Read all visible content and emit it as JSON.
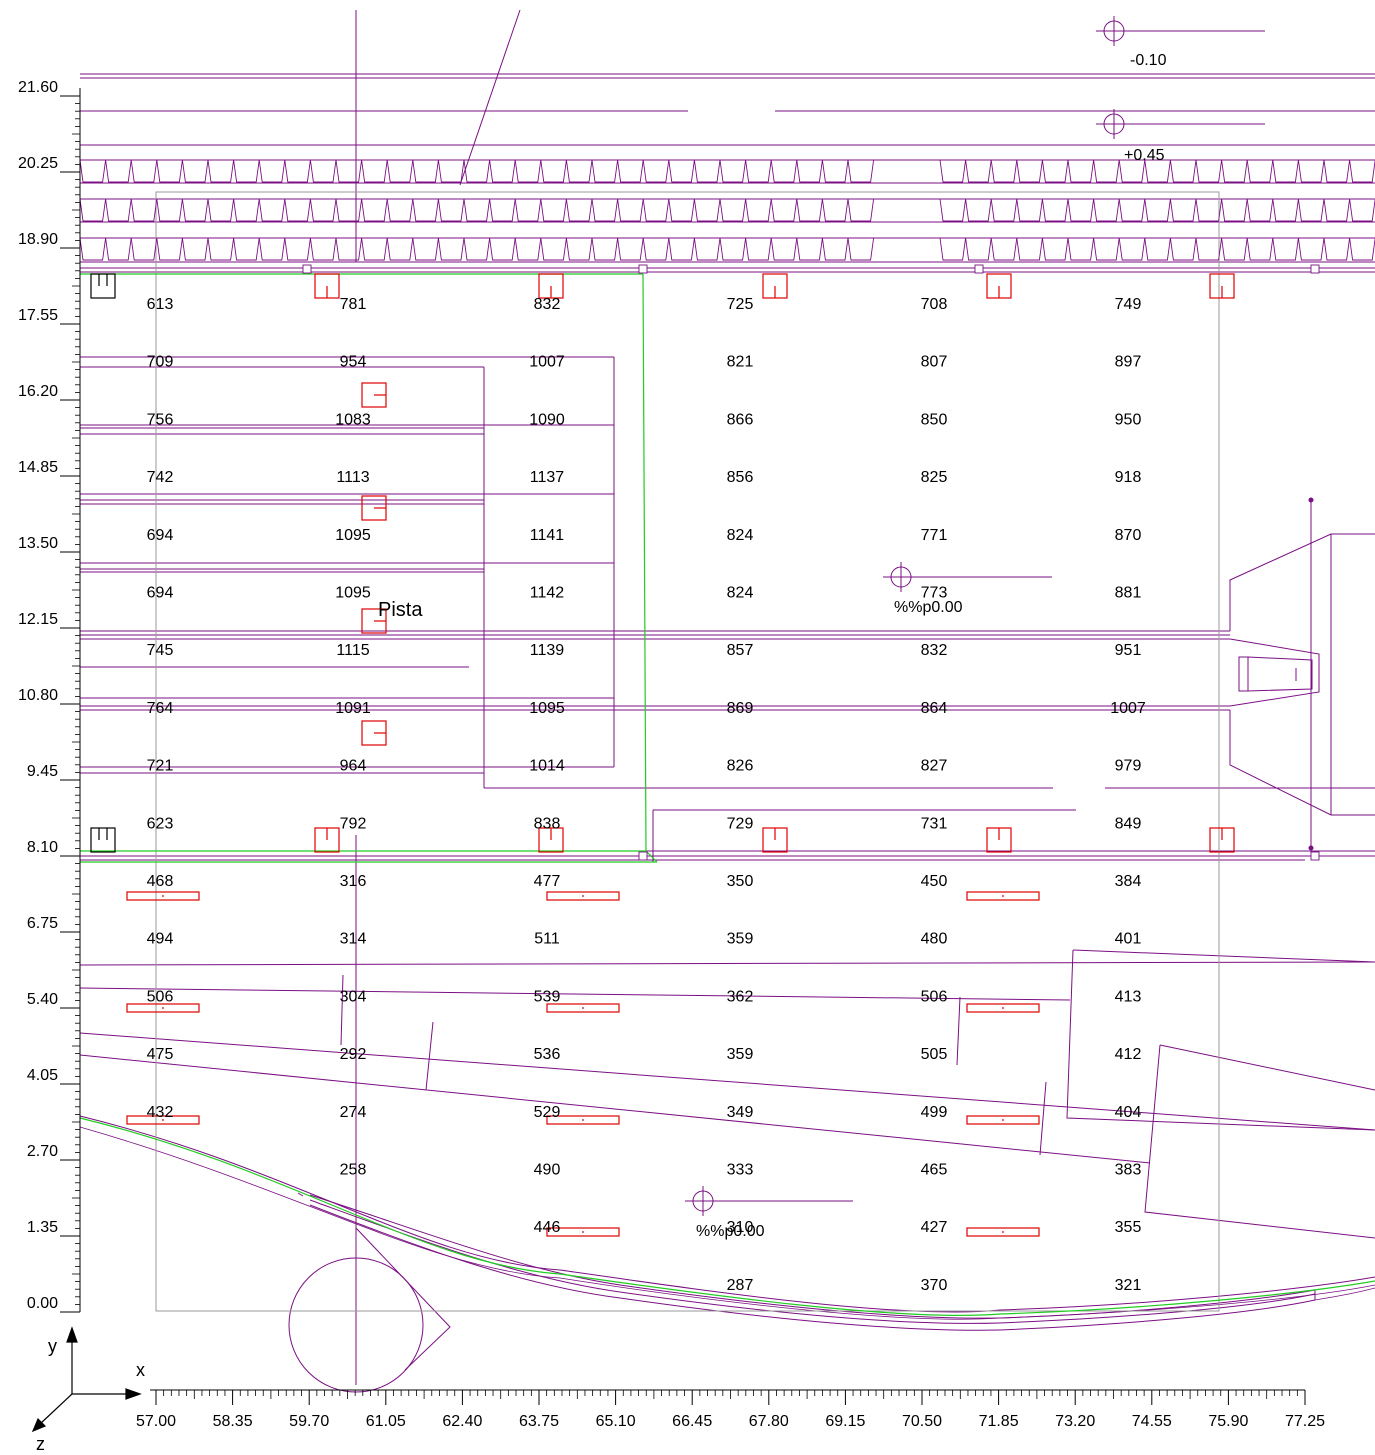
{
  "axes": {
    "x_ticks": [
      "57.00",
      "58.35",
      "59.70",
      "61.05",
      "62.40",
      "63.75",
      "65.10",
      "66.45",
      "67.80",
      "69.15",
      "70.50",
      "71.85",
      "73.20",
      "74.55",
      "75.90",
      "77.25"
    ],
    "y_ticks": [
      "21.60",
      "20.25",
      "18.90",
      "17.55",
      "16.20",
      "14.85",
      "13.50",
      "12.15",
      "10.80",
      "9.45",
      "8.10",
      "6.75",
      "5.40",
      "4.05",
      "2.70",
      "1.35",
      "0.00"
    ],
    "x_label": "x",
    "y_label": "y",
    "z_label": "z"
  },
  "grid_values": [
    [
      "613",
      "781",
      "832",
      "725",
      "708",
      "749"
    ],
    [
      "709",
      "954",
      "1007",
      "821",
      "807",
      "897"
    ],
    [
      "756",
      "1083",
      "1090",
      "866",
      "850",
      "950"
    ],
    [
      "742",
      "1113",
      "1137",
      "856",
      "825",
      "918"
    ],
    [
      "694",
      "1095",
      "1141",
      "824",
      "771",
      "870"
    ],
    [
      "694",
      "1095",
      "1142",
      "824",
      "773",
      "881"
    ],
    [
      "745",
      "1115",
      "1139",
      "857",
      "832",
      "951"
    ],
    [
      "764",
      "1091",
      "1095",
      "869",
      "864",
      "1007"
    ],
    [
      "721",
      "964",
      "1014",
      "826",
      "827",
      "979"
    ],
    [
      "623",
      "792",
      "838",
      "729",
      "731",
      "849"
    ],
    [
      "468",
      "316",
      "477",
      "350",
      "450",
      "384"
    ],
    [
      "494",
      "314",
      "511",
      "359",
      "480",
      "401"
    ],
    [
      "506",
      "304",
      "539",
      "362",
      "506",
      "413"
    ],
    [
      "475",
      "292",
      "536",
      "359",
      "505",
      "412"
    ],
    [
      "432",
      "274",
      "529",
      "349",
      "499",
      "404"
    ],
    [
      "",
      "258",
      "490",
      "333",
      "465",
      "383"
    ],
    [
      "",
      "",
      "446",
      "310",
      "427",
      "355"
    ],
    [
      "",
      "",
      "",
      "287",
      "370",
      "321"
    ]
  ],
  "labels": {
    "room_name": "Pista",
    "level_top_1": "-0.10",
    "level_top_2": "+0.45",
    "level_mid": "%%p0.00",
    "level_bottom": "%%p0.00"
  },
  "colors": {
    "line": "#7b0f83",
    "luminaire": "#e00000",
    "boundary": "#22cc22",
    "frame": "#9a9a9a",
    "text": "#000000"
  }
}
